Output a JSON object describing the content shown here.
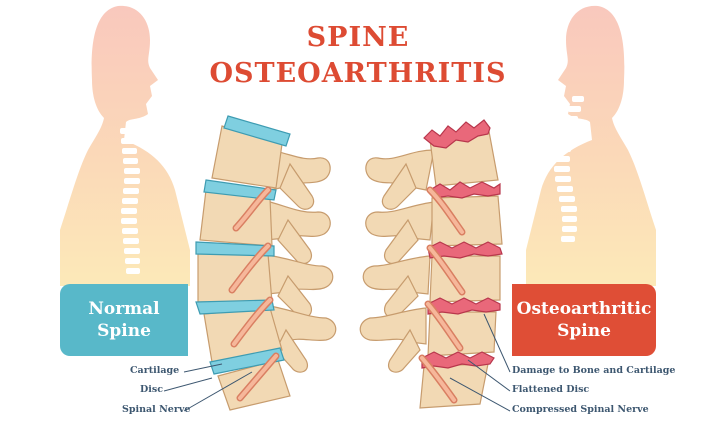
{
  "title": {
    "line1": "SPINE",
    "line2": "OSTEOARTHRITIS"
  },
  "panels": {
    "normal": {
      "line1": "Normal",
      "line2": "Spine"
    },
    "osteo": {
      "line1": "Osteoarthritic",
      "line2": "Spine"
    }
  },
  "labels": {
    "left": [
      "Cartilage",
      "Disc",
      "Spinal Nerve"
    ],
    "right": [
      "Damage to Bone and Cartilage",
      "Flattened Disc",
      "Compressed Spinal Nerve"
    ]
  },
  "colors": {
    "title": "#dd4b33",
    "normal_box": "#58b8c9",
    "osteo_box": "#df4e36",
    "bone": "#f2d9b4",
    "disc_normal": "#7fcfe0",
    "disc_damaged": "#e9687a",
    "nerve": "#f1a07f",
    "label": "#3d5770"
  }
}
